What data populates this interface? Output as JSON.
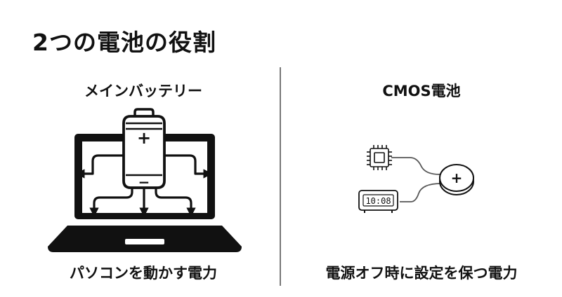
{
  "title": "2つの電池の役割",
  "left": {
    "heading": "メインバッテリー",
    "caption": "パソコンを動かす電力",
    "battery": {
      "plus": "+",
      "minus": "−"
    },
    "icons": [
      "laptop-icon",
      "battery-icon",
      "arrow-icon"
    ]
  },
  "right": {
    "heading": "CMOS電池",
    "caption": "電源オフ時に設定を保つ電力",
    "clock_readout": "10:08",
    "coin_cell_symbol": "+",
    "icons": [
      "cpu-chip-icon",
      "digital-clock-icon",
      "coin-cell-icon"
    ]
  },
  "colors": {
    "ink": "#111111",
    "divider": "#777777",
    "background": "#ffffff"
  }
}
